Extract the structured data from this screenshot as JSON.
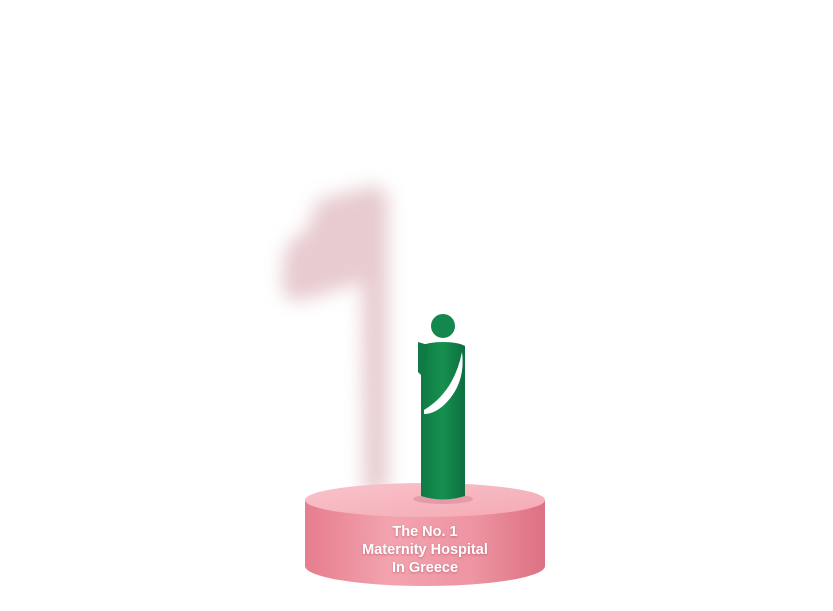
{
  "pedestal": {
    "label_lines": [
      "The No. 1",
      "Maternity Hospital",
      "In Greece"
    ]
  },
  "colors": {
    "shadow_numeral": "#e3c2c8",
    "figure_green": "#14874f",
    "pedestal_side": "#ec8f9d",
    "pedestal_top": "#f7b6c0",
    "label_text": "#ffffff"
  },
  "icons": {
    "figure": "mother-figure-icon"
  }
}
